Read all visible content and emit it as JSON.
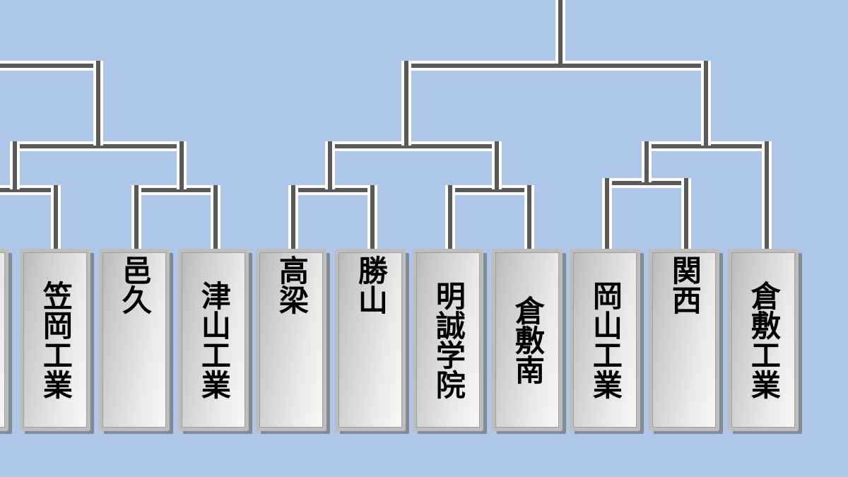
{
  "meta": {
    "background_color": "#aec6e8",
    "line_color": "#5a5a5a",
    "line_outline_color": "#ffffff",
    "plaque_face_color": "#e0e0e0",
    "plaque_text_color": "#000000",
    "orientation": "vertical-japanese",
    "bracket_type": "single-elimination"
  },
  "teams": [
    {
      "id": "t0",
      "name": "",
      "clipped": true,
      "spread": false
    },
    {
      "id": "t1",
      "name": "笠岡工業",
      "clipped": false,
      "spread": false
    },
    {
      "id": "t2",
      "name": "邑久",
      "clipped": false,
      "spread": true
    },
    {
      "id": "t3",
      "name": "津山工業",
      "clipped": false,
      "spread": false
    },
    {
      "id": "t4",
      "name": "高梁",
      "clipped": false,
      "spread": true
    },
    {
      "id": "t5",
      "name": "勝山",
      "clipped": false,
      "spread": true
    },
    {
      "id": "t6",
      "name": "明誠学院",
      "clipped": false,
      "spread": false
    },
    {
      "id": "t7",
      "name": "倉敷南",
      "clipped": false,
      "spread": false
    },
    {
      "id": "t8",
      "name": "岡山工業",
      "clipped": false,
      "spread": false
    },
    {
      "id": "t9",
      "name": "関西",
      "clipped": false,
      "spread": true
    },
    {
      "id": "t10",
      "name": "倉敷工業",
      "clipped": false,
      "spread": false
    }
  ],
  "matches": {
    "round1": [
      {
        "id": "m1",
        "left": "t0",
        "right": "t1"
      },
      {
        "id": "m2",
        "left": "t2",
        "right": "t3"
      },
      {
        "id": "m3",
        "left": "t4",
        "right": "t5"
      },
      {
        "id": "m4",
        "left": "t6",
        "right": "t7"
      },
      {
        "id": "m5",
        "left": "t8",
        "right": "t9"
      }
    ],
    "round2": [
      {
        "id": "m6",
        "left": "m1",
        "right": "m2"
      },
      {
        "id": "m7",
        "left": "m3",
        "right": "m4"
      },
      {
        "id": "m8",
        "left": "m5",
        "right": "t10"
      }
    ],
    "round3": [
      {
        "id": "m9",
        "left": "offscreen",
        "right": "m6"
      },
      {
        "id": "m10",
        "left": "m7",
        "right": "m8"
      }
    ],
    "final": {
      "id": "m11",
      "left": "m9",
      "right": "m10"
    }
  }
}
